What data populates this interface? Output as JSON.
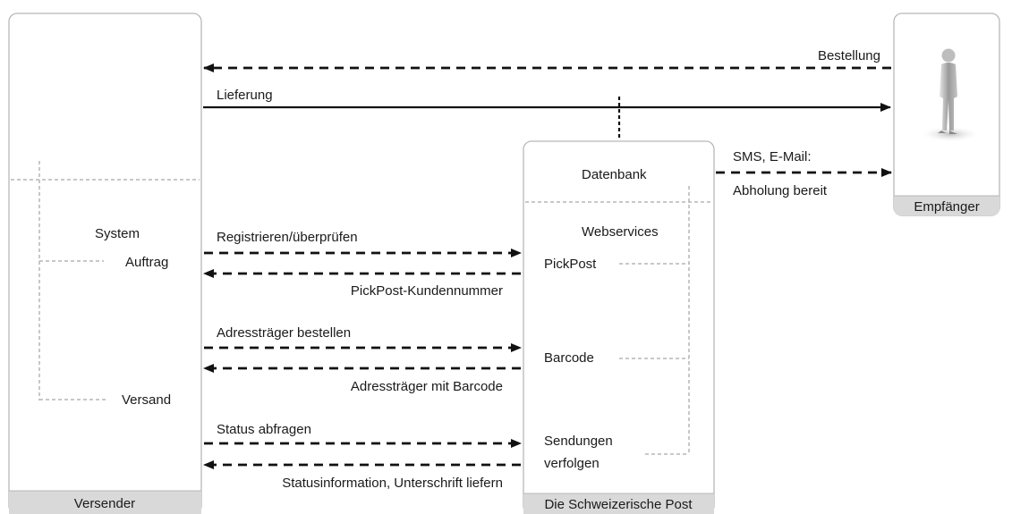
{
  "boxes": {
    "sender": {
      "footer": "Versender",
      "system_label": "System",
      "order_label": "Auftrag",
      "shipping_label": "Versand"
    },
    "post": {
      "footer": "Die Schweizerische Post",
      "database_label": "Datenbank",
      "webservices_label": "Webservices",
      "pickpost_label": "PickPost",
      "barcode_label": "Barcode",
      "tracking_label_line1": "Sendungen",
      "tracking_label_line2": "verfolgen"
    },
    "recipient": {
      "footer": "Empfänger",
      "icon": "person-icon"
    }
  },
  "arrows": {
    "order": "Bestellung",
    "delivery": "Lieferung",
    "notification_line1": "SMS, E-Mail:",
    "notification_line2": "Abholung bereit",
    "register": "Registrieren/überprüfen",
    "customer_number": "PickPost-Kundennummer",
    "order_labels": "Adressträger bestellen",
    "labels_with_barcode": "Adressträger mit Barcode",
    "status_query": "Status abfragen",
    "status_info": "Statusinformation, Unterschrift liefern"
  },
  "colors": {
    "box_border": "#b8b8b8",
    "footer_fill": "#d9d9d9",
    "arrow": "#111111",
    "dotted_connector": "#b5b5b5"
  }
}
